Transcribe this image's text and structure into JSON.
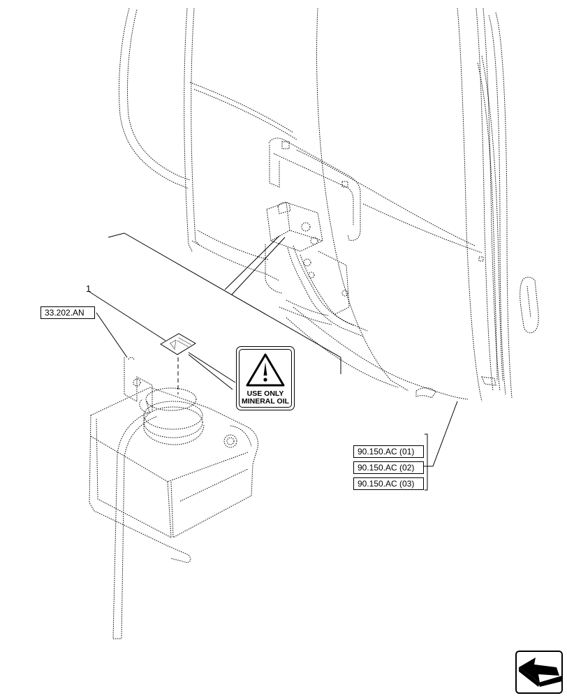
{
  "references": {
    "left": "33.202.AN",
    "right": [
      "90.150.AC (01)",
      "90.150.AC (02)",
      "90.150.AC (03)"
    ]
  },
  "callout": "1",
  "decal": {
    "warning_icon": "warning-triangle-icon",
    "text": "USE ONLY\nMINERAL OIL"
  },
  "navigation": {
    "icon": "previous-page-arrow-icon"
  }
}
